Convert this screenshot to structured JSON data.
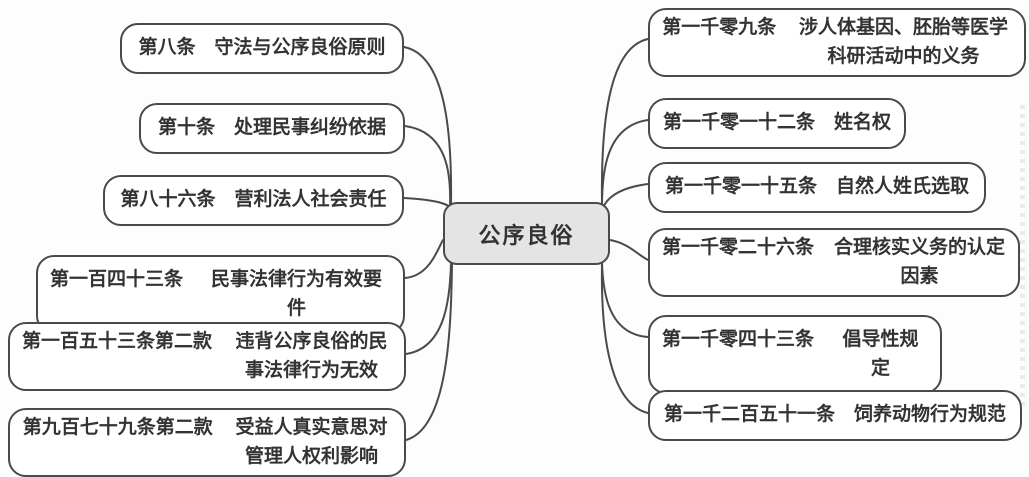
{
  "center": {
    "label": "公序良俗"
  },
  "left_branches": [
    {
      "article": "第八条",
      "desc": "守法与公序良俗原则"
    },
    {
      "article": "第十条",
      "desc": "处理民事纠纷依据"
    },
    {
      "article": "第八十六条",
      "desc": "营利法人社会责任"
    },
    {
      "article": "第一百四十三条",
      "desc": "民事法律行为有效要件"
    },
    {
      "article": "第一百五十三条第二款",
      "desc": "违背公序良俗的民事法律行为无效"
    },
    {
      "article": "第九百七十九条第二款",
      "desc": "受益人真实意思对管理人权利影响"
    }
  ],
  "right_branches": [
    {
      "article": "第一千零九条",
      "desc": "涉人体基因、胚胎等医学科研活动中的义务"
    },
    {
      "article": "第一千零一十二条",
      "desc": "姓名权"
    },
    {
      "article": "第一千零一十五条",
      "desc": "自然人姓氏选取"
    },
    {
      "article": "第一千零二十六条",
      "desc": "合理核实义务的认定因素"
    },
    {
      "article": "第一千零四十三条",
      "desc": "倡导性规定"
    },
    {
      "article": "第一千二百五十一条",
      "desc": "饲养动物行为规范"
    }
  ],
  "colors": {
    "background": "#fdfdfd",
    "node_border": "#4a4a4a",
    "node_fill": "#ffffff",
    "center_fill": "#e4e4e4",
    "text": "#333333",
    "connector": "#4a4a4a"
  }
}
